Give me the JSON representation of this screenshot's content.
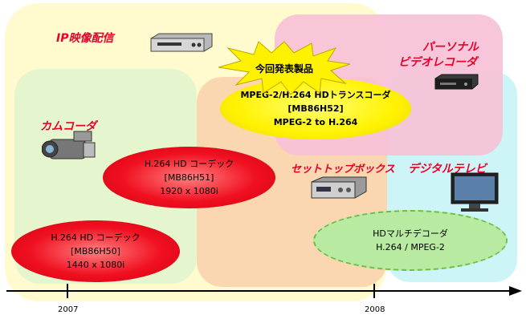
{
  "timeline": {
    "years": [
      "2007",
      "2008"
    ]
  },
  "categories": {
    "ip_video": "IP映像配信",
    "personal_video_recorder_line1": "パーソナル",
    "personal_video_recorder_line2": "ビデオレコーダ",
    "camcorder": "カムコーダ",
    "set_top_box": "セットトップボックス",
    "digital_tv": "デジタルテレビ"
  },
  "new_product_burst": "今回発表製品",
  "products": {
    "transcoder": {
      "line1": "MPEG-2/H.264 HDトランスコーダ",
      "line2": "[MB86H52]",
      "line3": "MPEG-2 to H.264"
    },
    "codec_h51": {
      "line1": "H.264 HD コーデック",
      "line2": "[MB86H51]",
      "line3": "1920 x 1080i"
    },
    "codec_h50": {
      "line1": "H.264 HD コーデック",
      "line2": "[MB86H50]",
      "line3": "1440 x 1080i"
    },
    "multi_decoder": {
      "line1": "HDマルチデコーダ",
      "line2": "H.264 / MPEG-2"
    }
  },
  "colors": {
    "label_red": "#e8002a",
    "zone_yellow": "#fffbcf",
    "zone_pink": "#f9c4d8",
    "zone_green": "#e4f6cf",
    "zone_orange": "#fbd9b3",
    "zone_cyan": "#cdf6f8",
    "ellipse_yellow": "#fff200",
    "ellipse_red": "#e60012",
    "ellipse_green": "#b8eaa0"
  }
}
